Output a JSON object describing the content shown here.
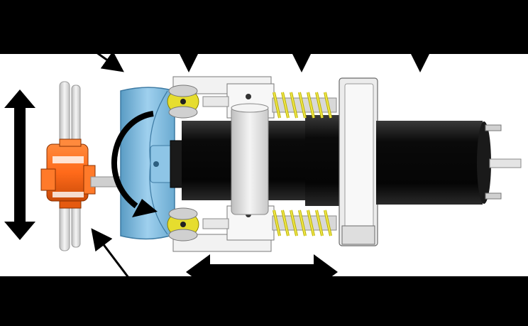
{
  "figure": {
    "background": "#000000",
    "panel_color": "#ffffff",
    "colors": {
      "cam_blue": "#8ec5e6",
      "cam_blue_dark": "#5a9cc4",
      "hub_orange": "#ff6a1a",
      "hub_orange_dark": "#c94a08",
      "motor_black": "#0a0a0a",
      "spring_yellow": "#e8e23a",
      "bearing_yellow": "#e6dd2e",
      "frame_grey": "#d9d9d9",
      "shaft_grey": "#e8e8e8",
      "arrow": "#000000"
    },
    "components": [
      {
        "name": "tubes",
        "icon": "vertical-tubes"
      },
      {
        "name": "hub",
        "icon": "orange-hub"
      },
      {
        "name": "cam",
        "icon": "blue-cam"
      },
      {
        "name": "rollers",
        "icon": "yellow-rollers"
      },
      {
        "name": "springs",
        "icon": "yellow-springs"
      },
      {
        "name": "gearbox",
        "icon": "black-gearbox"
      },
      {
        "name": "motor",
        "icon": "black-motor"
      }
    ]
  }
}
